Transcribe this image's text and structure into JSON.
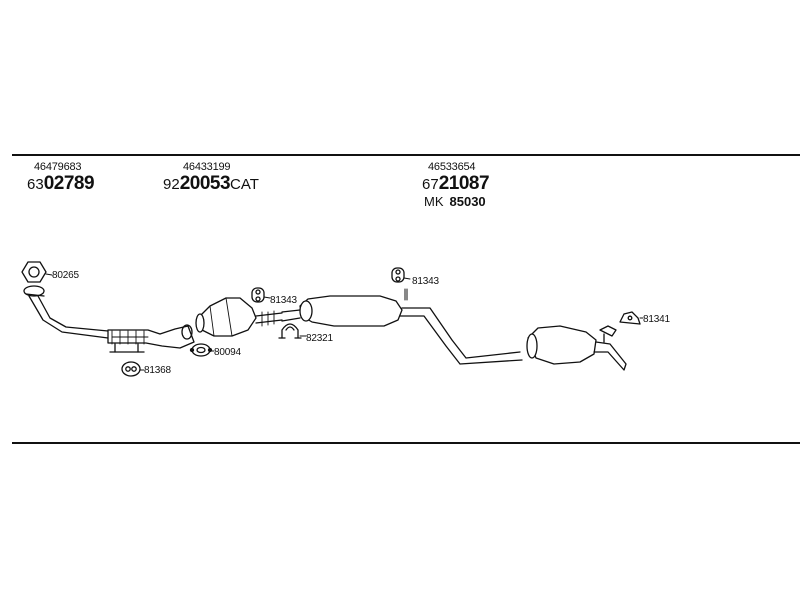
{
  "assemblies": [
    {
      "part_no": "46479683",
      "code_prefix": "63",
      "code_main": "02789",
      "code_suffix": ""
    },
    {
      "part_no": "46433199",
      "code_prefix": "92",
      "code_main": "20053",
      "code_suffix": "CAT"
    },
    {
      "part_no": "46533654",
      "code_prefix": "67",
      "code_main": "21087",
      "code_suffix": ""
    }
  ],
  "mk": {
    "prefix": "MK",
    "value": "85030"
  },
  "callouts": [
    "80265",
    "81368",
    "80094",
    "81343",
    "82321",
    "81343",
    "81341"
  ]
}
